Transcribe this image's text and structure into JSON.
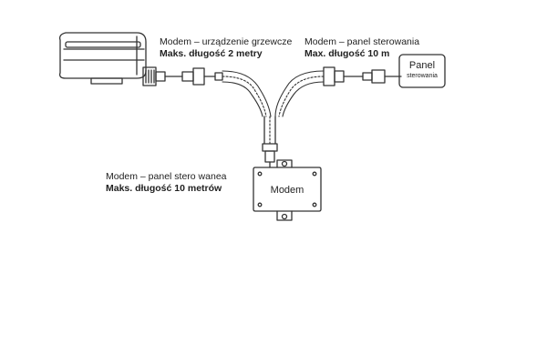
{
  "labels": {
    "heater_modem": {
      "line1": "Modem – urządzenie grzewcze",
      "line2": "Maks. długość 2 metry"
    },
    "panel_modem": {
      "line1": "Modem – panel sterowania",
      "line2": "Max. długość 10 m"
    },
    "modem_panel_lower": {
      "line1": "Modem – panel stero wanea",
      "line2": "Maks. długość 10 metrów"
    }
  },
  "panel_box": {
    "title": "Panel",
    "subtitle": "sterowania"
  },
  "modem_box": {
    "title": "Modem"
  },
  "colors": {
    "stroke": "#333333",
    "text": "#222222",
    "background": "#ffffff"
  }
}
